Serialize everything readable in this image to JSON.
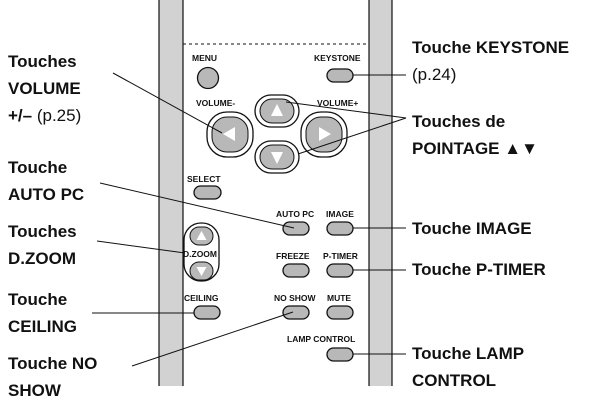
{
  "callouts": {
    "volume": {
      "line1": "Touches",
      "line2": "VOLUME",
      "line3_bold": "+/–",
      "line3_ref": " (p.25)"
    },
    "auto_pc": {
      "line1": "Touche",
      "line2": "AUTO PC"
    },
    "d_zoom": {
      "line1": "Touches",
      "line2": "D.ZOOM"
    },
    "ceiling": {
      "line1": "Touche",
      "line2": "CEILING"
    },
    "no_show": {
      "line1": "Touche NO",
      "line2": "SHOW"
    },
    "keystone": {
      "line1": "Touche KEYSTONE",
      "line2_ref": "(p.24)"
    },
    "pointage": {
      "line1": "Touches de",
      "line2": "POINTAGE ▲▼"
    },
    "image": {
      "line1": "Touche IMAGE"
    },
    "p_timer": {
      "line1": "Touche P-TIMER"
    },
    "lamp_control": {
      "line1": "Touche LAMP",
      "line2": "CONTROL"
    }
  },
  "remote": {
    "menu": "MENU",
    "keystone": "KEYSTONE",
    "volume_minus": "VOLUME-",
    "volume_plus": "VOLUME+",
    "select": "SELECT",
    "auto_pc": "AUTO PC",
    "image": "IMAGE",
    "d_zoom": "D.ZOOM",
    "freeze": "FREEZE",
    "p_timer": "P-TIMER",
    "ceiling": "CEILING",
    "no_show": "NO SHOW",
    "mute": "MUTE",
    "lamp_control": "LAMP CONTROL"
  },
  "colors": {
    "button_fill": "#b8b8b8",
    "rail_fill": "#d2d2d2",
    "outline": "#111111"
  }
}
